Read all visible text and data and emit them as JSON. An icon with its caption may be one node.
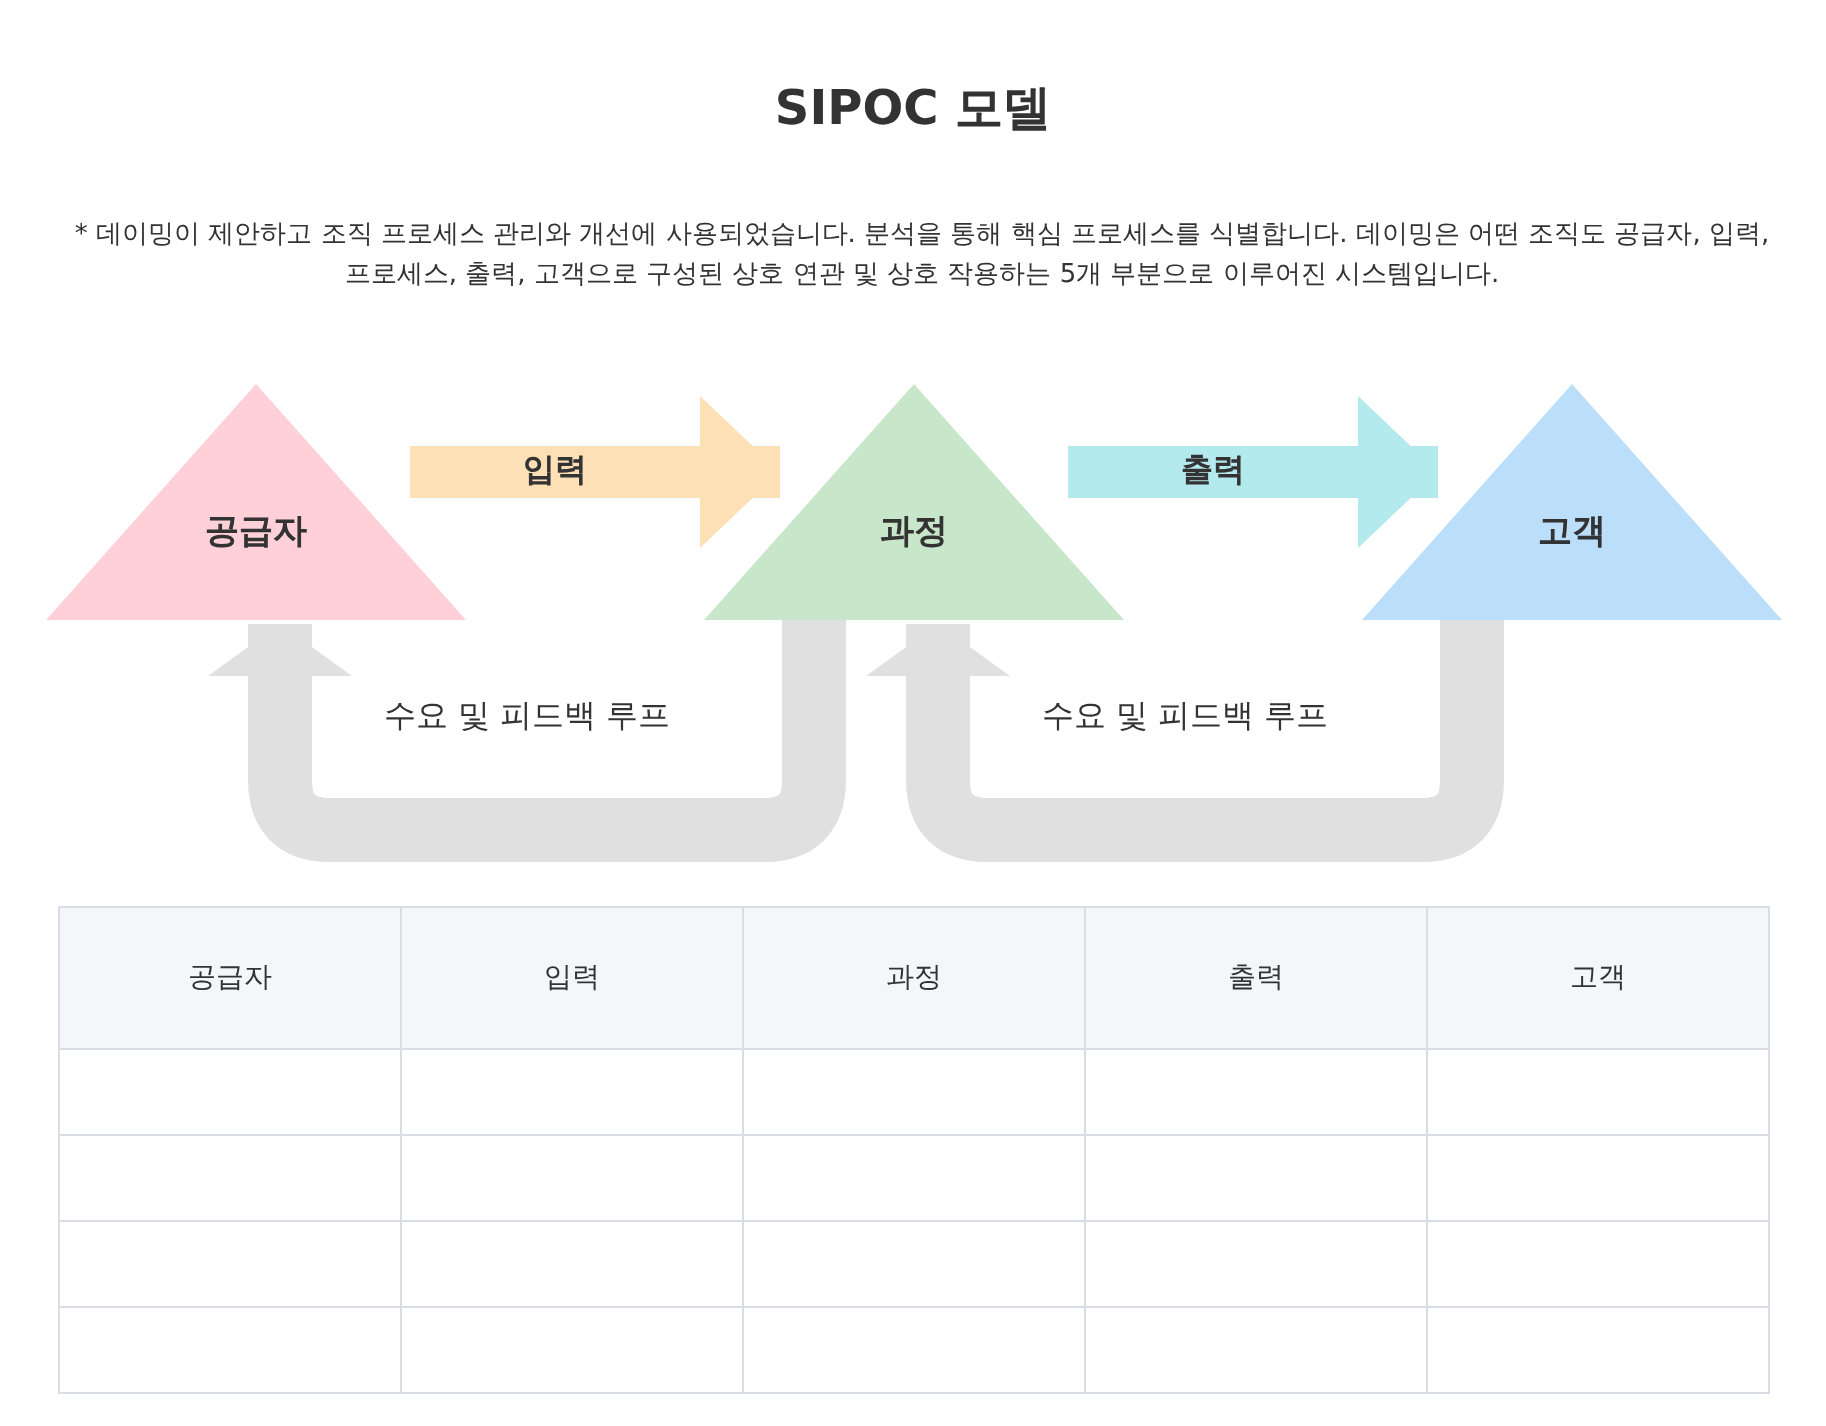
{
  "diagram": {
    "title": "SIPOC 모델",
    "nodes": [
      {
        "text": [
          "공급자"
        ]
      },
      {
        "text": [
          "과정"
        ]
      },
      {
        "text": [
          "고객"
        ]
      }
    ],
    "edges": [
      {
        "from": 0,
        "to": 1,
        "arrow": "to",
        "label": "입력",
        "color": "#fde0b6"
      },
      {
        "from": 1,
        "to": 2,
        "arrow": "to",
        "label": "출력",
        "color": "#b3eaee"
      },
      {
        "from": 1,
        "to": 0,
        "arrow": "to",
        "label": "수요 및 피드백 루프",
        "color": "#e0e0e0"
      },
      {
        "from": 2,
        "to": 1,
        "arrow": "to",
        "label": "수요 및 피드백 루프",
        "color": "#e0e0e0"
      }
    ],
    "labels": [
      "* 데이밍이 제안하고 조직 프로세스 관리와 개선에 사용되었습니다. 분석을 통해 핵심 프로세스를 식별합니다. 데이밍은 어떤 조직도 공급자, 입력, 프로세스, 출력, 고객으로 구성된 상호 연관 및 상호 작용하는 5개 부분으로 이루어진 시스템입니다.",
      "공급자",
      "입력",
      "과정",
      "출력",
      "고객"
    ]
  }
}
